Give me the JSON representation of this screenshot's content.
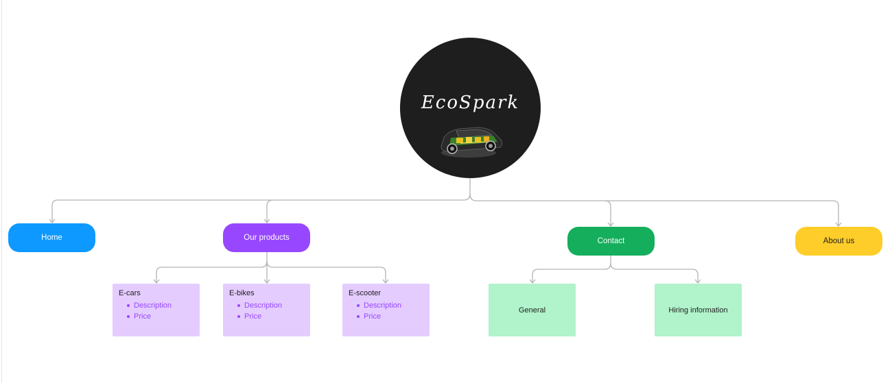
{
  "root": {
    "title": "EcoSpark",
    "image": "electric-car-cutaway-icon"
  },
  "nav": {
    "home": "Home",
    "products": "Our products",
    "contact": "Contact",
    "about": "About us"
  },
  "products": [
    {
      "title": "E-cars",
      "items": [
        "Description",
        "Price"
      ]
    },
    {
      "title": "E-bikes",
      "items": [
        "Description",
        "Price"
      ]
    },
    {
      "title": "E-scooter",
      "items": [
        "Description",
        "Price"
      ]
    }
  ],
  "contact_pages": [
    "General",
    "Hiring information"
  ],
  "colors": {
    "home": "#0d99ff",
    "products": "#9747ff",
    "contact": "#14ae5c",
    "about": "#ffcd29",
    "product_cards": "#e4ccff",
    "contact_cards": "#b1f3ca",
    "root": "#1e1e1e",
    "connectors": "#b3b3b3"
  }
}
